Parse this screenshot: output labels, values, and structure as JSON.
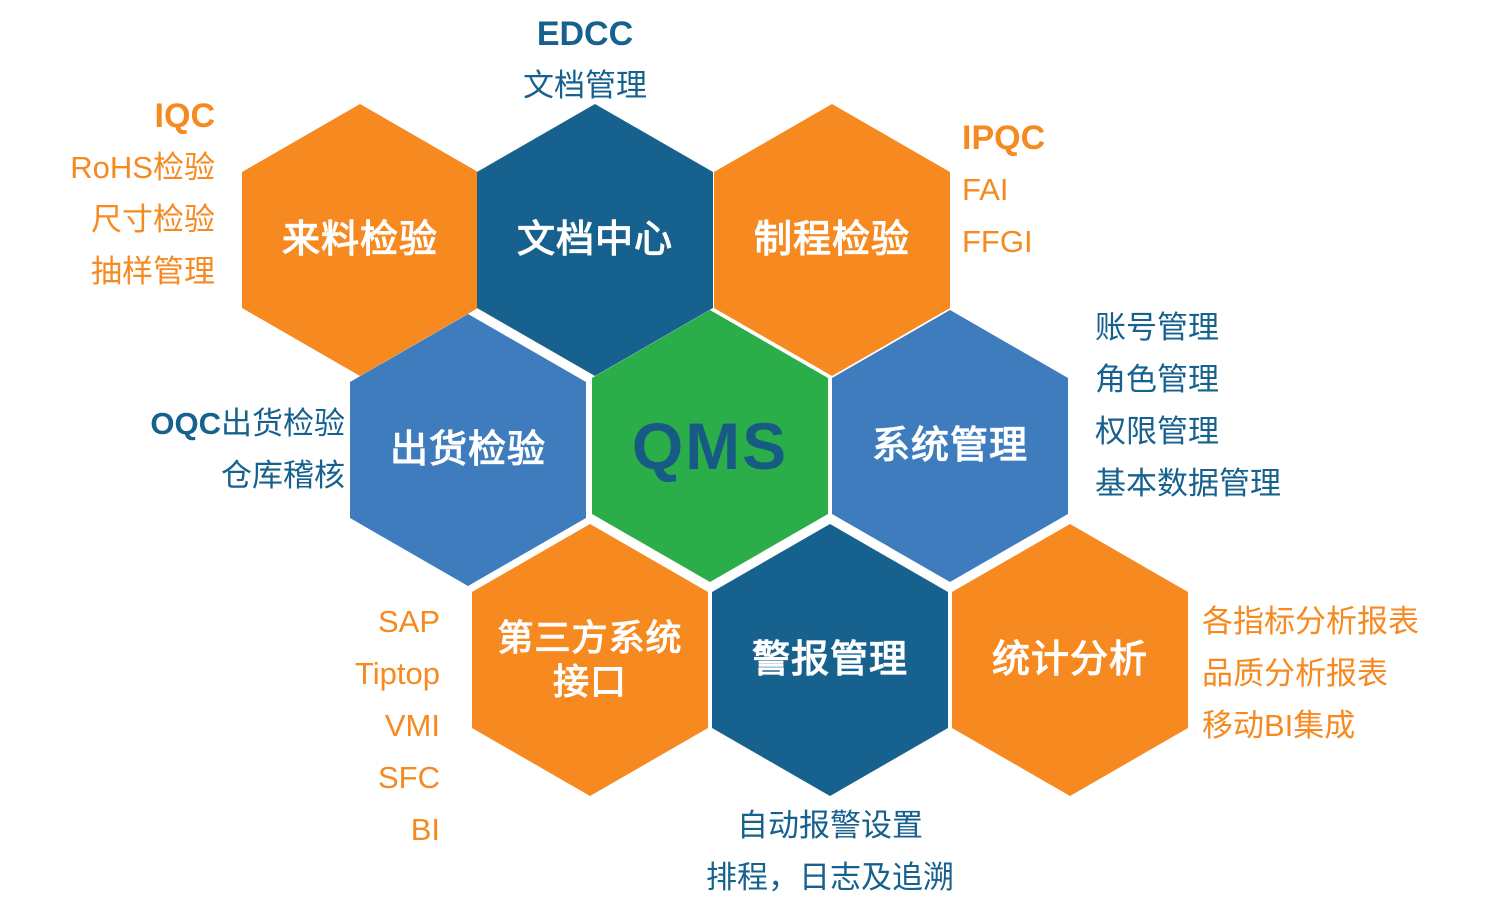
{
  "colors": {
    "orange": "#F6891F",
    "dark_blue": "#16618E",
    "mid_blue": "#3E7CBE",
    "green": "#2BAD4A",
    "qms_text": "#175B84",
    "hex_text": "#FFFFFF"
  },
  "hexagons": [
    {
      "label": "来料检验",
      "color": "orange"
    },
    {
      "label": "文档中心",
      "color": "dark_blue"
    },
    {
      "label": "制程检验",
      "color": "orange"
    },
    {
      "label": "出货检验",
      "color": "mid_blue"
    },
    {
      "label": "QMS",
      "color": "green"
    },
    {
      "label": "系统管理",
      "color": "mid_blue"
    },
    {
      "label_line1": "第三方系统",
      "label_line2": "接口",
      "color": "orange"
    },
    {
      "label": "警报管理",
      "color": "dark_blue"
    },
    {
      "label": "统计分析",
      "color": "orange"
    }
  ],
  "annotations": {
    "iqc": {
      "title": "IQC",
      "lines": [
        "RoHS检验",
        "尺寸检验",
        "抽样管理"
      ]
    },
    "edcc": {
      "title": "EDCC",
      "lines": [
        "文档管理"
      ]
    },
    "ipqc": {
      "title": "IPQC",
      "lines": [
        "FAI",
        "FFGI"
      ]
    },
    "oqc": {
      "title": "OQC",
      "title_suffix": "出货检验",
      "lines": [
        "仓库稽核"
      ]
    },
    "system": {
      "lines": [
        "账号管理",
        "角色管理",
        "权限管理",
        "基本数据管理"
      ]
    },
    "thirdparty": {
      "lines": [
        "SAP",
        "Tiptop",
        "VMI",
        "SFC",
        "BI"
      ]
    },
    "alarm": {
      "lines": [
        "自动报警设置",
        "排程，日志及追溯"
      ]
    },
    "stats": {
      "lines": [
        "各指标分析报表",
        "品质分析报表",
        "移动BI集成"
      ]
    }
  }
}
